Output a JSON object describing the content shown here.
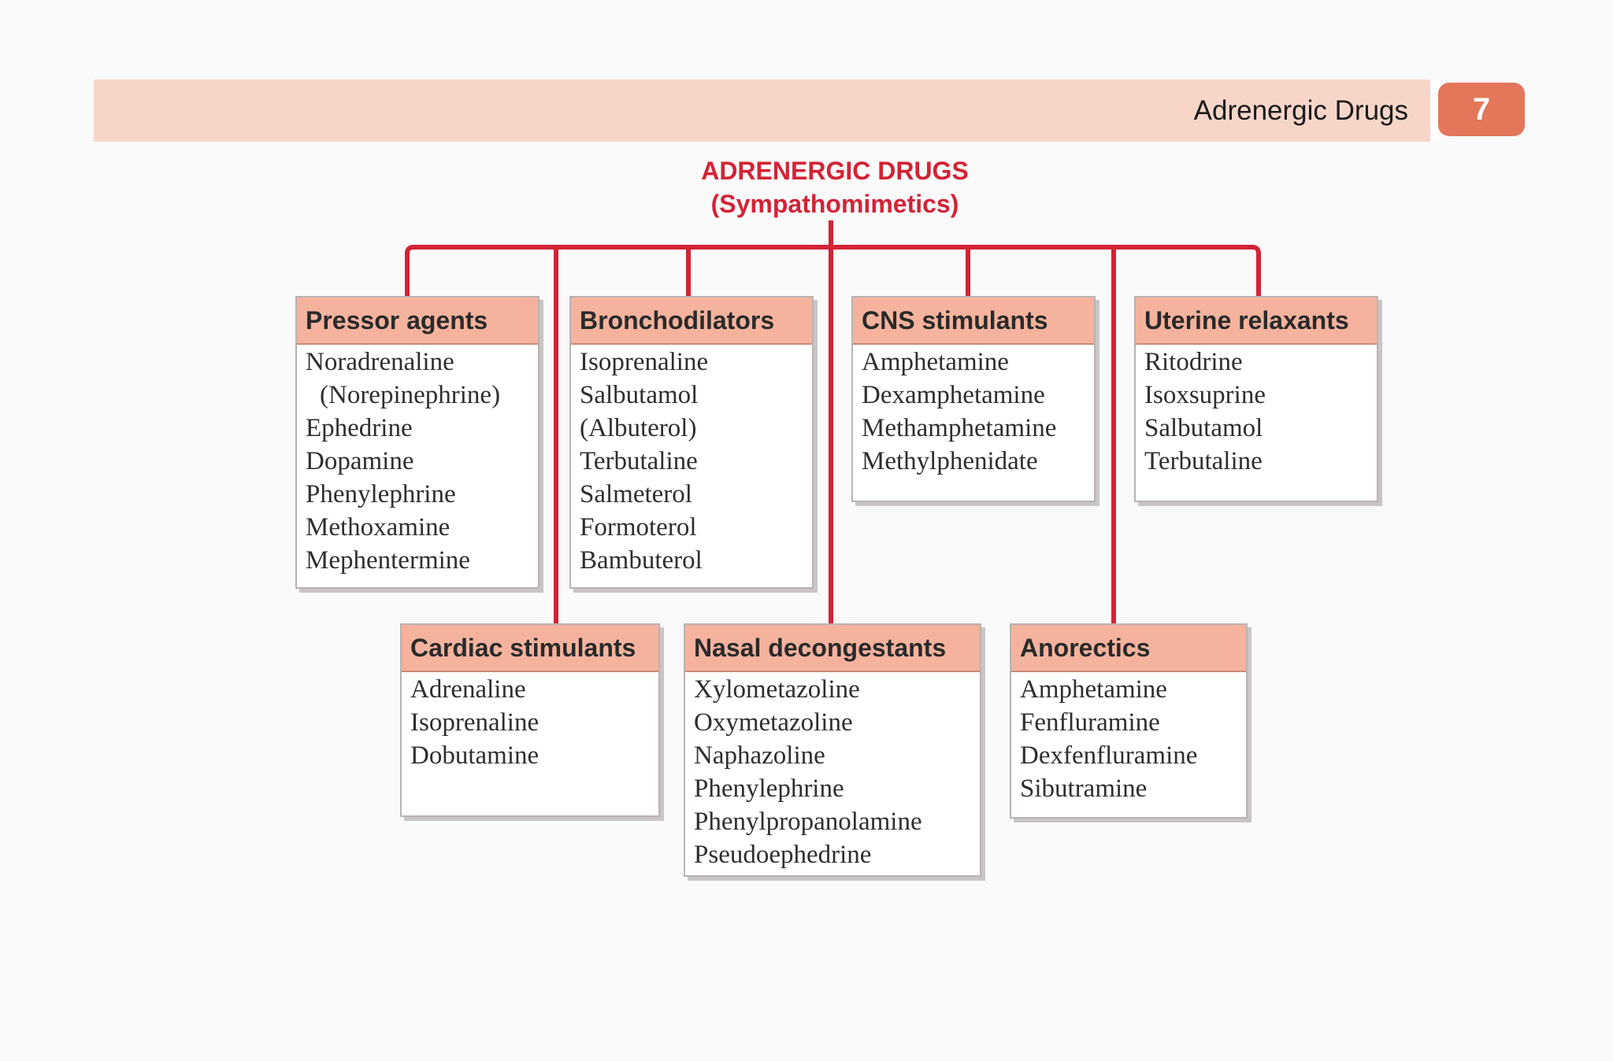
{
  "header": {
    "section_title": "Adrenergic Drugs",
    "page_number": "7"
  },
  "diagram": {
    "title_line1": "ADRENERGIC DRUGS",
    "title_line2": "(Sympathomimetics)",
    "colors": {
      "connector": "#d32335",
      "box_header": "#f5b39e",
      "header_band": "#f7d6c9",
      "page_badge": "#e4765a"
    },
    "categories": [
      {
        "name": "Pressor agents",
        "drugs": [
          "Noradrenaline",
          "(Norepinephrine)",
          "Ephedrine",
          "Dopamine",
          "Phenylephrine",
          "Methoxamine",
          "Mephentermine"
        ]
      },
      {
        "name": "Bronchodilators",
        "drugs": [
          "Isoprenaline",
          "Salbutamol",
          "(Albuterol)",
          "Terbutaline",
          "Salmeterol",
          "Formoterol",
          "Bambuterol"
        ]
      },
      {
        "name": "CNS stimulants",
        "drugs": [
          "Amphetamine",
          "Dexamphetamine",
          "Methamphetamine",
          "Methylphenidate"
        ]
      },
      {
        "name": "Uterine relaxants",
        "drugs": [
          "Ritodrine",
          "Isoxsuprine",
          "Salbutamol",
          "Terbutaline"
        ]
      },
      {
        "name": "Cardiac stimulants",
        "drugs": [
          "Adrenaline",
          "Isoprenaline",
          "Dobutamine"
        ]
      },
      {
        "name": "Nasal decongestants",
        "drugs": [
          "Xylometazoline",
          "Oxymetazoline",
          "Naphazoline",
          "Phenylephrine",
          "Phenylpropanolamine",
          "Pseudoephedrine"
        ]
      },
      {
        "name": "Anorectics",
        "drugs": [
          "Amphetamine",
          "Fenfluramine",
          "Dexfenfluramine",
          "Sibutramine"
        ]
      }
    ]
  }
}
